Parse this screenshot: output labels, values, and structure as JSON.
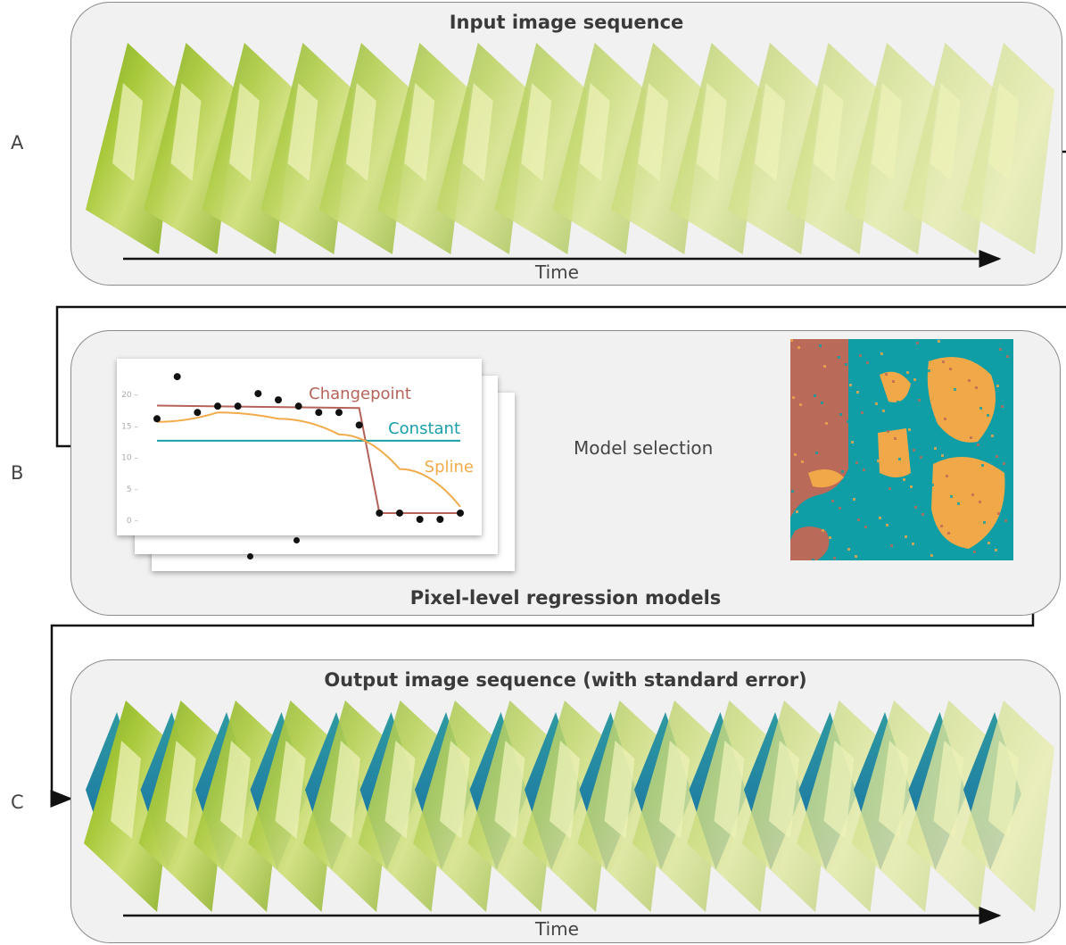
{
  "rows": {
    "a": "A",
    "b": "B",
    "c": "C"
  },
  "panel_a": {
    "title": "Input image  sequence",
    "time_label": "Time",
    "frame_count": 16
  },
  "panel_b": {
    "title": "Pixel-level regression models",
    "model_selection_label": "Model selection",
    "models": [
      {
        "name": "Changepoint",
        "color": "#b5635a"
      },
      {
        "name": "Constant",
        "color": "#1a9fa8"
      },
      {
        "name": "Spline",
        "color": "#f2ab4a"
      }
    ],
    "chart_data": {
      "type": "scatter",
      "y_ticks": [
        "20",
        "15",
        "10",
        "5",
        "0"
      ],
      "ylim": [
        0,
        22
      ],
      "points": [
        [
          1,
          16
        ],
        [
          2,
          22.7
        ],
        [
          3,
          17
        ],
        [
          4,
          18
        ],
        [
          5,
          18
        ],
        [
          6,
          20
        ],
        [
          7,
          19
        ],
        [
          8,
          18
        ],
        [
          9,
          17
        ],
        [
          10,
          17
        ],
        [
          11,
          15
        ],
        [
          12,
          1
        ],
        [
          13,
          1
        ],
        [
          14,
          0
        ],
        [
          15,
          0
        ],
        [
          16,
          1
        ]
      ],
      "series": [
        {
          "name": "Changepoint",
          "values": [
            [
              1,
              18.1
            ],
            [
              11,
              17.7
            ],
            [
              12,
              1
            ],
            [
              16,
              1
            ]
          ]
        },
        {
          "name": "Constant",
          "values": [
            [
              1,
              12.5
            ],
            [
              16,
              12.5
            ]
          ]
        },
        {
          "name": "Spline",
          "values": [
            [
              1,
              15.5
            ],
            [
              4,
              17
            ],
            [
              7,
              16
            ],
            [
              10,
              13.5
            ],
            [
              13,
              8
            ],
            [
              16,
              2
            ]
          ]
        }
      ]
    }
  },
  "panel_c": {
    "title": "Output image sequence (with standard error)",
    "time_label": "Time",
    "frame_count": 17
  },
  "map_colors": {
    "brown": "#b96a58",
    "teal": "#0f9ea5",
    "orange": "#f0a848"
  }
}
